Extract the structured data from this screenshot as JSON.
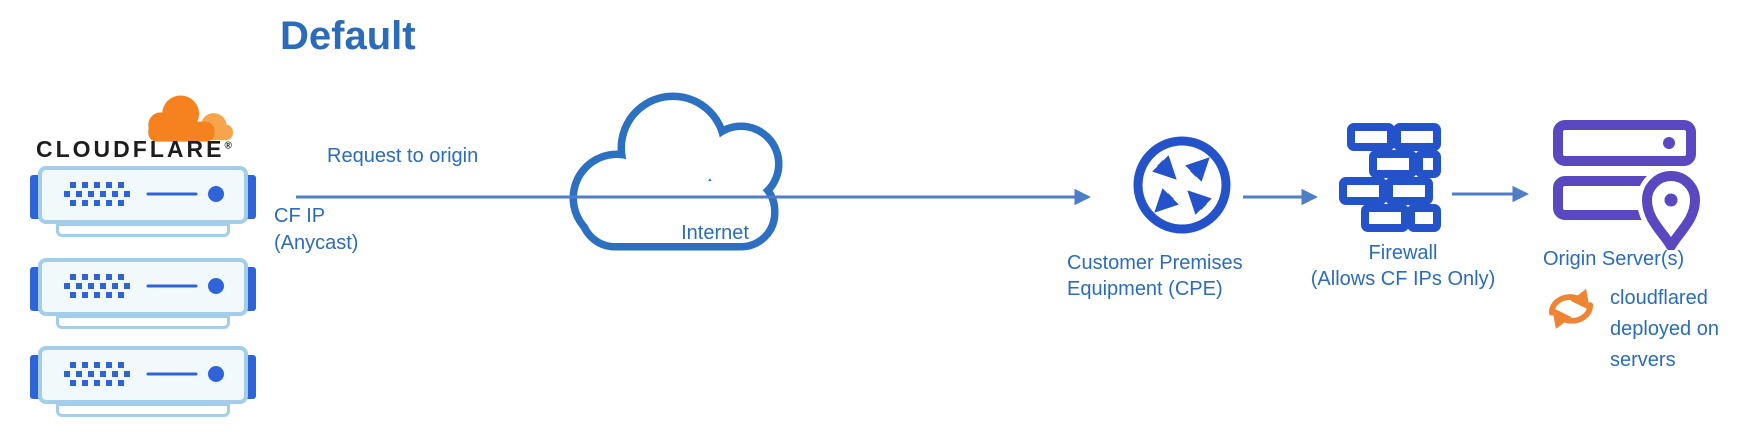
{
  "title": "Default",
  "colors": {
    "title": "#2b6cba",
    "label": "#2b6cba",
    "icon-blue": "#2453c9",
    "arrow": "#4f7dc6",
    "cloud-outline": "#2d6fc0",
    "purple": "#5a48c0",
    "orange": "#ee8434",
    "cf-orange": "#f6821f",
    "cf-orange-light": "#f7a54c",
    "wordmark": "#1d1d1d",
    "server-border": "#a3cde9",
    "server-fill": "#f2f9fd",
    "server-blue": "#2f63d8"
  },
  "cloudflare": {
    "wordmark": "CLOUDFLARE",
    "registered": "®"
  },
  "edge": {
    "label": "Request to origin",
    "source_line1": "CF IP",
    "source_line2": "(Anycast)"
  },
  "internet": {
    "label": "Internet"
  },
  "cpe": {
    "line1": "Customer Premises",
    "line2": "Equipment (CPE)"
  },
  "firewall": {
    "line1": "Firewall",
    "line2": "(Allows CF IPs Only)"
  },
  "origin": {
    "label": "Origin Server(s)"
  },
  "cloudflared": {
    "line1": "cloudflared",
    "line2": "deployed on",
    "line3": "servers"
  },
  "icons": {
    "cloudflare_logo": "cloudflare-cloud",
    "internet": "cloud-outline",
    "cpe": "router-crossed-arrows-circle",
    "firewall": "brick-wall",
    "origin": "server-rack-with-location-pin",
    "cloudflared": "orange-sync-arrows",
    "edge_servers": "server-front-panel"
  }
}
